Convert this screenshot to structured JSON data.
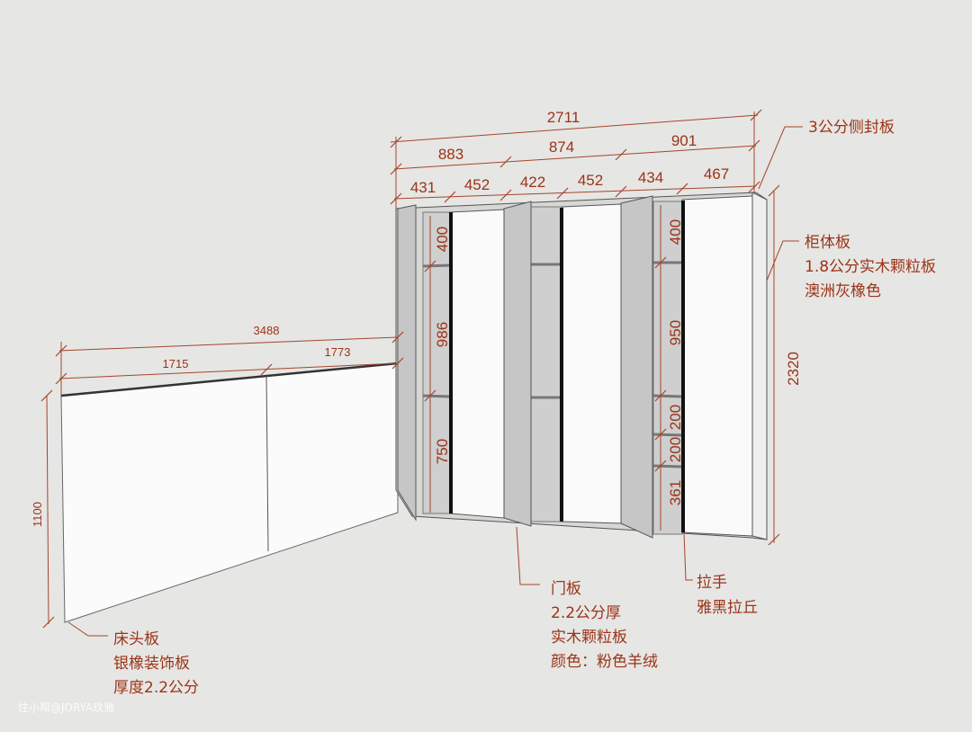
{
  "headboard": {
    "total_width": "3488",
    "left_width": "1715",
    "right_width": "1773",
    "height": "1100",
    "label": [
      "床头板",
      "银橡装饰板",
      "厚度2.2公分"
    ]
  },
  "cabinet": {
    "total_width": "2711",
    "section_widths": [
      "883",
      "874",
      "901"
    ],
    "door_widths": [
      "431",
      "452",
      "422",
      "452",
      "434",
      "467"
    ],
    "left_heights": [
      "400",
      "986",
      "750"
    ],
    "right_heights": [
      "400",
      "950",
      "200",
      "200",
      "361"
    ],
    "height": "2320"
  },
  "annotations": {
    "side_panel": "3公分侧封板",
    "carcass": [
      "柜体板",
      "1.8公分实木颗粒板",
      "澳洲灰橡色"
    ],
    "door": [
      "门板",
      "2.2公分厚",
      "实木颗粒板",
      "颜色：粉色羊绒"
    ],
    "handle": [
      "拉手",
      "雅黑拉丘"
    ]
  },
  "watermark": "住小帮@JORYA玖雅",
  "colors": {
    "dimension": "#9c3318",
    "background": "#e6e6e4"
  }
}
